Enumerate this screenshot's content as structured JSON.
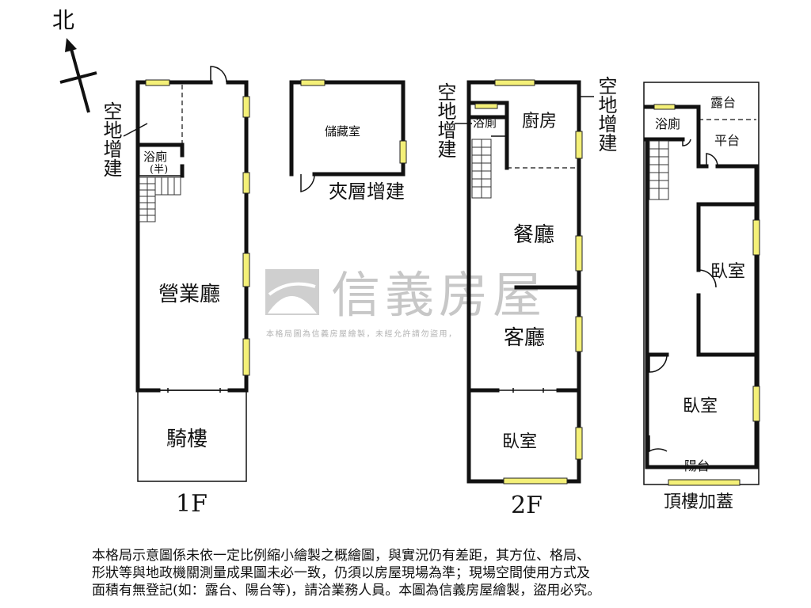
{
  "compass": {
    "label": "北"
  },
  "watermark": {
    "brand": "信義房屋",
    "notice": "本格局圖為信義房屋繪製，未經允許請勿盜用，"
  },
  "floor1": {
    "caption": "1F",
    "rooms": {
      "shop": "營業廳",
      "arcade": "騎樓",
      "bath": "浴廁",
      "bath_note": "(半)"
    },
    "side_note": "空地增建"
  },
  "mezzanine": {
    "rooms": {
      "storage": "儲藏室"
    },
    "caption": "夾層增建"
  },
  "floor2": {
    "caption": "2F",
    "rooms": {
      "bath": "浴廁",
      "kitchen": "廚房",
      "dining": "餐廳",
      "living": "客廳",
      "bedroom": "臥室"
    },
    "left_note": "空地增建",
    "right_note": "空地增建"
  },
  "roof": {
    "caption": "頂樓加蓋",
    "rooms": {
      "terrace": "露台",
      "platform": "平台",
      "bath": "浴廁",
      "bedroom1": "臥室",
      "bedroom2": "臥室",
      "balcony": "陽台"
    }
  },
  "disclaimer": {
    "line1": "本格局示意圖係未依一定比例縮小繪製之概繪圖，與實況仍有差距，其方位、格局、",
    "line2": "形狀等與地政機關測量成果圖未必一致，仍須以房屋現場為準；現場空間使用方式及",
    "line3": "面積有無登記(如：露台、陽台等)，請洽業務人員。本圖為信義房屋繪製，盜用必究。"
  }
}
